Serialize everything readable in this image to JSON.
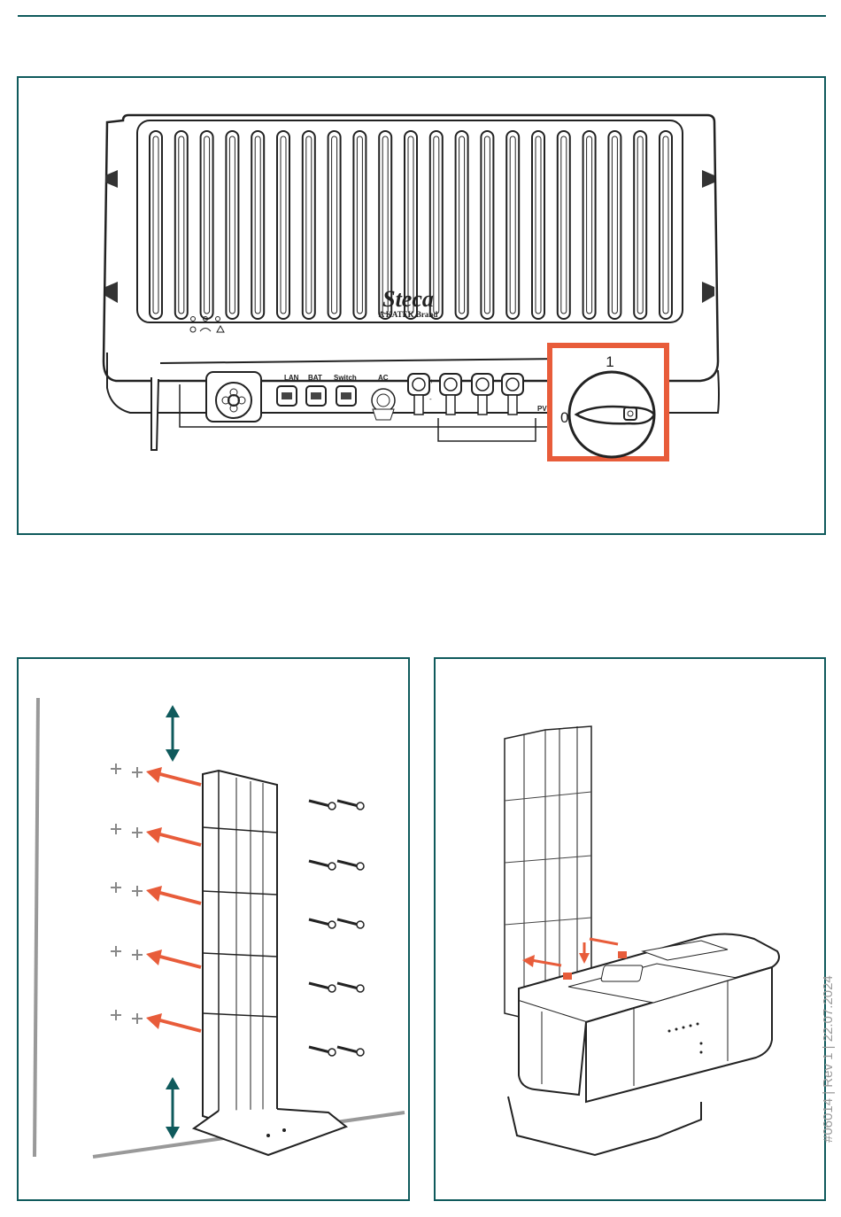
{
  "device": {
    "brand": "Steca",
    "brand_sub": "A KATEK Brand",
    "ports": {
      "lan": "LAN",
      "bat": "BAT",
      "switch": "Switch",
      "ac": "AC",
      "pv": "PV"
    },
    "polarity_plus": "+",
    "polarity_minus": "-"
  },
  "dc_switch": {
    "on_label": "1",
    "off_label": "0"
  },
  "side_code": "#06014 | Rev 1 | 22.07.2024",
  "colors": {
    "frame": "#0f5a5c",
    "highlight": "#e85c3a",
    "arrow_dark": "#0f5a5c"
  }
}
